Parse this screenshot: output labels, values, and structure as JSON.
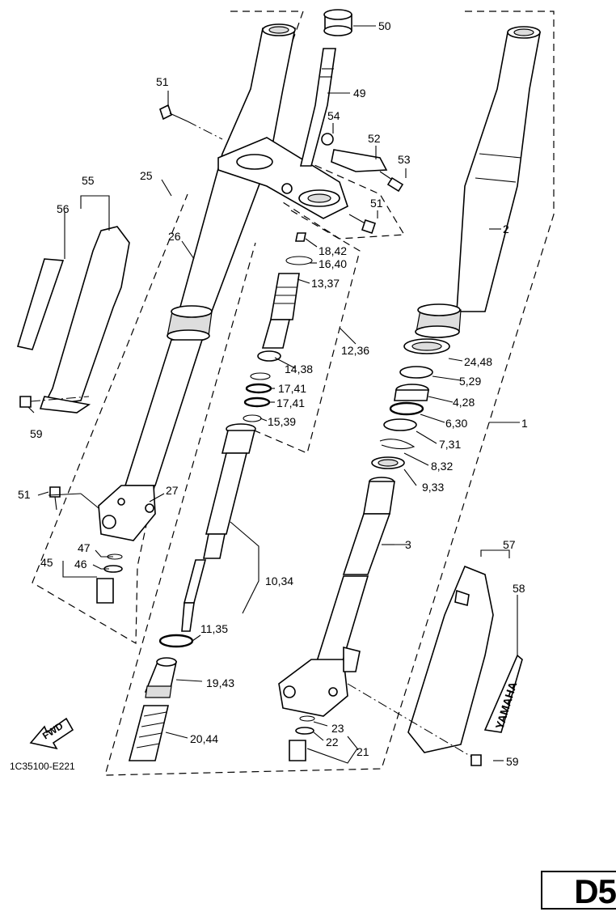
{
  "callouts": {
    "c1": "1",
    "c2": "2",
    "c3": "3",
    "c4_28": "4,28",
    "c5_29": "5,29",
    "c6_30": "6,30",
    "c7_31": "7,31",
    "c8_32": "8,32",
    "c9_33": "9,33",
    "c10_34": "10,34",
    "c11_35": "11,35",
    "c12_36": "12,36",
    "c13_37": "13,37",
    "c14_38": "14,38",
    "c15_39": "15,39",
    "c16_40": "16,40",
    "c17_41a": "17,41",
    "c17_41b": "17,41",
    "c18_42": "18,42",
    "c19_43": "19,43",
    "c20_44": "20,44",
    "c21": "21",
    "c22": "22",
    "c23": "23",
    "c24_48": "24,48",
    "c25": "25",
    "c26": "26",
    "c27": "27",
    "c45": "45",
    "c46": "46",
    "c47": "47",
    "c49": "49",
    "c50": "50",
    "c51a": "51",
    "c51b": "51",
    "c51c": "51",
    "c52": "52",
    "c53": "53",
    "c54": "54",
    "c55": "55",
    "c56": "56",
    "c57": "57",
    "c58": "58",
    "c59a": "59",
    "c59b": "59"
  },
  "fwd_label": "FWD",
  "brand_text": "YAMAHA",
  "diagram_code": "1C35100-E221",
  "page_code": "D5"
}
